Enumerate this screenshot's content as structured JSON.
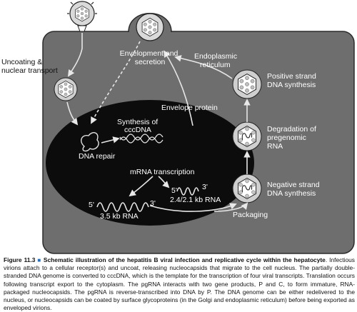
{
  "labels": {
    "uncoating": [
      "Uncoating &",
      "nuclear transport"
    ],
    "envelopment": [
      "Envelopment and",
      "secretion"
    ],
    "er": [
      "Endoplasmic",
      "reticulum"
    ],
    "positive": [
      "Positive strand",
      "DNA synthesis"
    ],
    "envelope_protein": "Envelope protein",
    "synthesis_cccdna": [
      "Synthesis of",
      "cccDNA"
    ],
    "dna_repair": "DNA repair",
    "mrna": "mRNA transcription",
    "degradation": [
      "Degradation of",
      "pregenomic",
      "RNA"
    ],
    "rna_24": "2.4/2.1 kb RNA",
    "negative": [
      "Negative strand",
      "DNA synthesis"
    ],
    "rna_35": "3.5 kb RNA",
    "packaging": "Packaging",
    "five_prime": "5'",
    "three_prime": "3'"
  },
  "caption": {
    "figure": "Figure 11.3",
    "title": "Schematic illustration of the hepatitis B viral infection and replicative cycle within the hepatocyte",
    "body": ". Infectious virions attach to a cellular receptor(s) and uncoat, releasing nucleocapsids that migrate to the cell nucleus. The partially double-stranded DNA genome is converted to cccDNA, which is the template for the transcription of four viral transcripts. Translation occurs following transcript export to the cytoplasm. The pgRNA interacts with two gene products, P and C, to form immature, RNA-packaged nucleocapsids. The pgRNA is reverse-transcribed into DNA by P. The DNA genome can be either redelivered to the nucleus, or nucleocapsids can be coated by surface glycoproteins (in the Golgi and endoplasmic reticulum) before being exported as enveloped virions."
  },
  "colors": {
    "cell": "#6e6e6e",
    "nucleus": "#0c0c0c",
    "arrow": "#e6e6e6"
  }
}
